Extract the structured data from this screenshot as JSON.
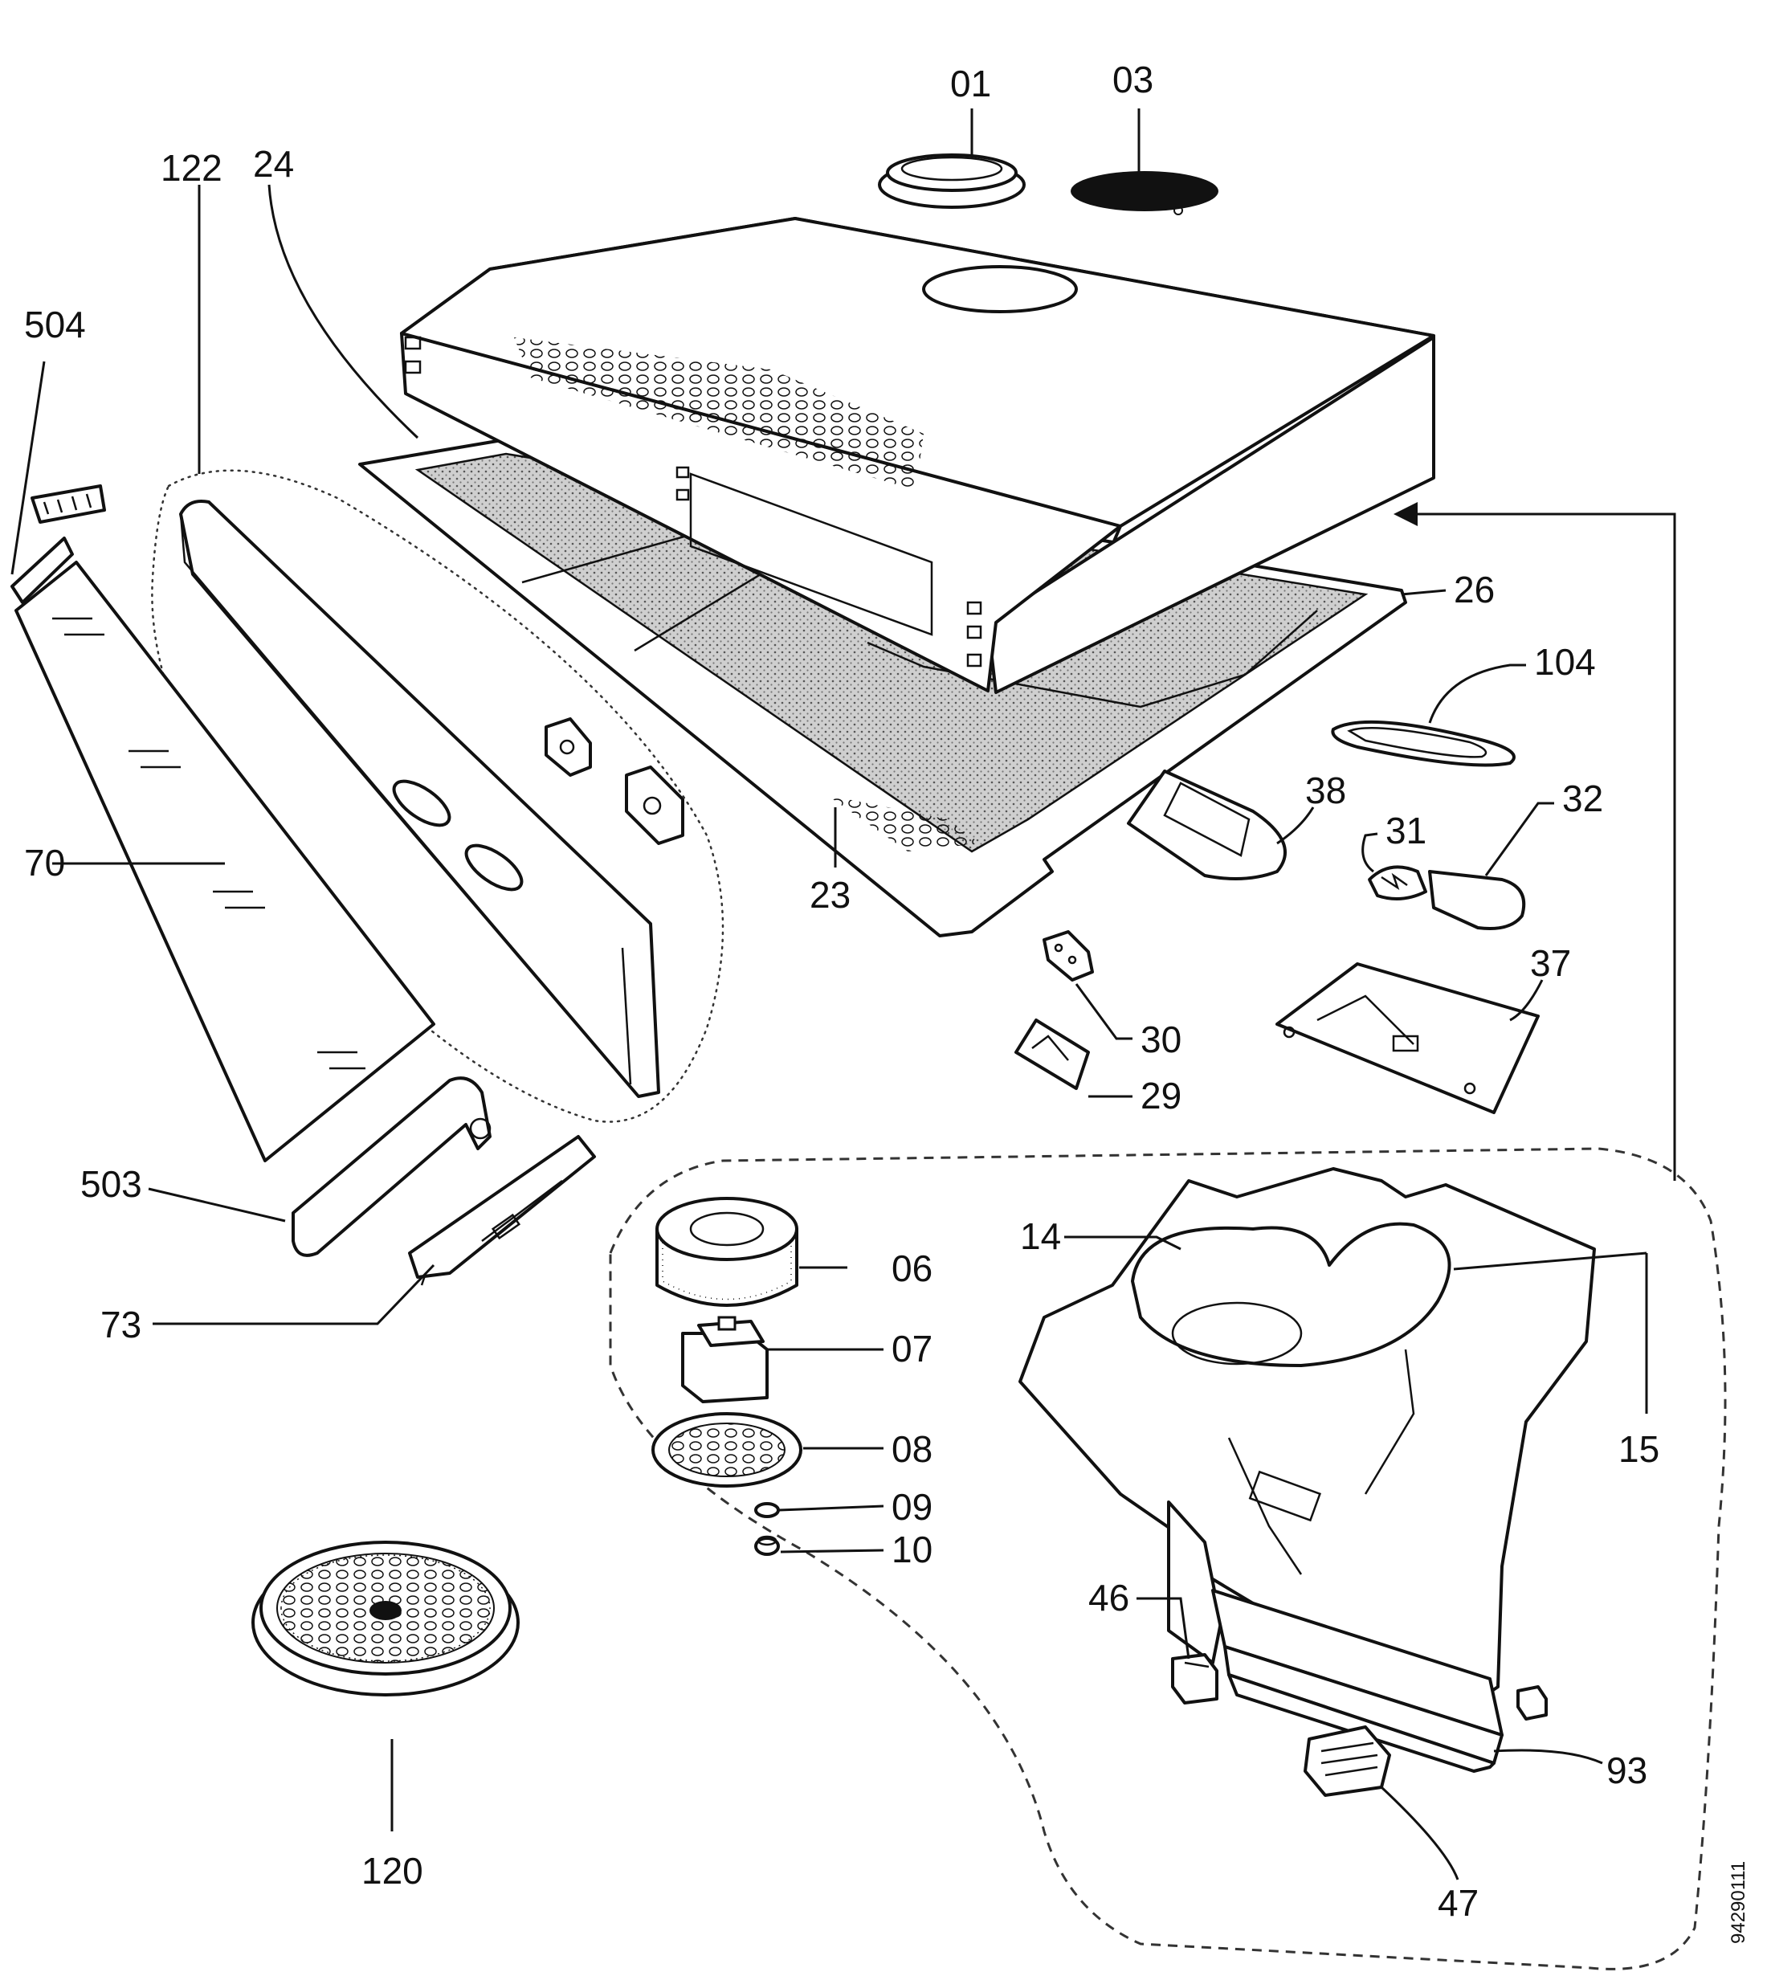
{
  "labels": {
    "l01": "01",
    "l03": "03",
    "l122": "122",
    "l24": "24",
    "l504": "504",
    "l26": "26",
    "l104": "104",
    "l38": "38",
    "l32": "32",
    "l31": "31",
    "l70": "70",
    "l23": "23",
    "l37": "37",
    "l30": "30",
    "l29": "29",
    "l503": "503",
    "l06": "06",
    "l14": "14",
    "l15": "15",
    "l73": "73",
    "l07": "07",
    "l08": "08",
    "l09": "09",
    "l10": "10",
    "l46": "46",
    "l93": "93",
    "l120": "120",
    "l47": "47"
  },
  "drawing_id": "94290111"
}
